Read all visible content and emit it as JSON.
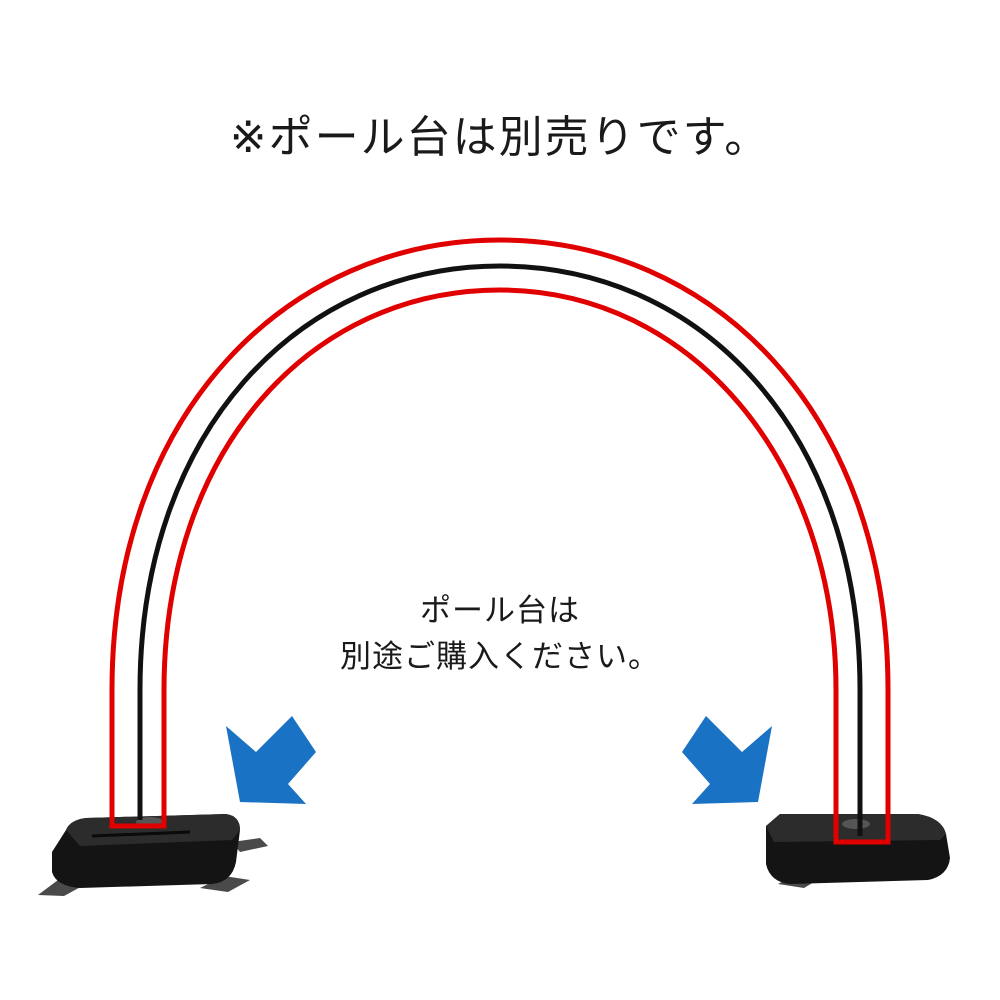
{
  "notice": {
    "text": "※ポール台は別売りです。"
  },
  "instruction": {
    "line1": "ポール台は",
    "line2": "別途ご購入ください。"
  },
  "colors": {
    "pole": "#111111",
    "outline": "#e00000",
    "arrow": "#1a72c4",
    "base": "#151515"
  },
  "icons": [
    "arrow-down-right-icon",
    "arrow-down-left-icon"
  ]
}
